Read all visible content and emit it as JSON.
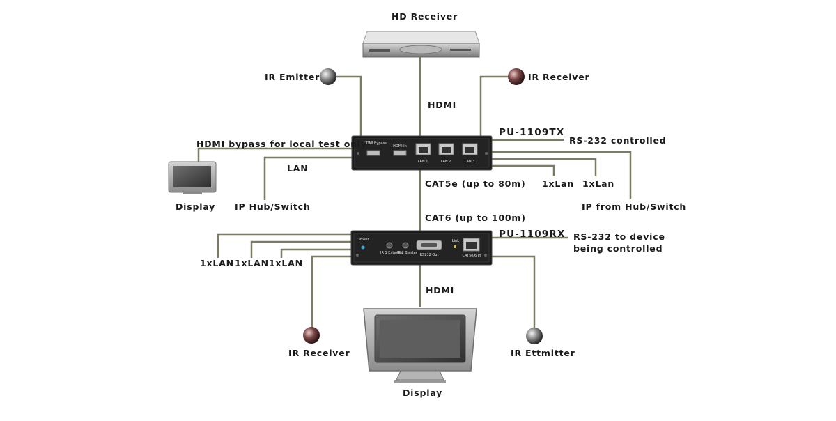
{
  "labels": {
    "hd_receiver": "HD Receiver",
    "ir_emitter_top": "IR Emitter",
    "ir_receiver_top": "IR Receiver",
    "hdmi_top": "HDMI",
    "tx_model": "PU-1109TX",
    "rs232_controlled": "RS-232 controlled",
    "hdmi_bypass": "HDMI bypass for local test only",
    "lan": "LAN",
    "cat5e": "CAT5e (up to 80m)",
    "lan_1x_a": "1xLan",
    "lan_1x_b": "1xLan",
    "display_small": "Display",
    "ip_hub_switch": "IP Hub/Switch",
    "ip_from_hub": "IP from Hub/Switch",
    "cat6": "CAT6 (up to 100m)",
    "rx_model": "PU-1109RX",
    "rs232_device_line1": "RS-232 to device",
    "rs232_device_line2": "being controlled",
    "lan_left_1": "1xLAN",
    "lan_left_2": "1xLAN",
    "lan_left_3": "1xLAN",
    "hdmi_bottom": "HDMI",
    "ir_receiver_bottom": "IR Receiver",
    "ir_emitter_bottom": "IR Ettmitter",
    "display_big": "Display"
  },
  "tx_ports": {
    "hdmi_bypass": "HDMI Bypass",
    "hdmi_in": "HDMI In",
    "lan1": "LAN 1",
    "lan2": "LAN 2",
    "lan3": "LAN 3"
  },
  "rx_ports": {
    "power": "Power",
    "ir1": "IR 1 Extender",
    "ir2": "IR 2 Blaster",
    "rs232_out": "RS232 Out",
    "link": "Link",
    "cat5e_in": "CAT5e/6 In"
  },
  "colors": {
    "line": "#7d7b63",
    "device": "#1b1b1b",
    "label": "#1a1a1a"
  }
}
